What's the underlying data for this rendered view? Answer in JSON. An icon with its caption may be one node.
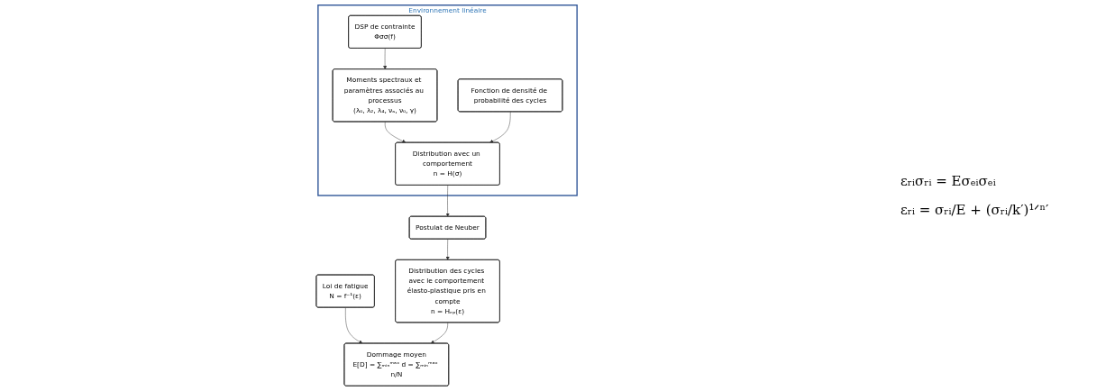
{
  "diagram": {
    "nodes": [
      {
        "text": [
          "Environnement linéaire"
        ]
      },
      {
        "text": [
          "DSP de contrainte",
          "Φσσ(f)"
        ],
        "in": 0
      },
      {
        "text": [
          "Moments spectraux et paramètres associés au processus",
          "(λ₀, λ₂, λ₄, νₐ, ν₀, γ)"
        ],
        "in": 0
      },
      {
        "text": [
          "Fonction de densité de probabilité des cycles"
        ],
        "in": 0
      },
      {
        "text": [
          "Distribution avec un comportement",
          "n = H(σ)"
        ],
        "in": 0
      },
      {
        "text": [
          "Postulat de Neuber"
        ]
      },
      {
        "text": [
          "Loi de fatigue",
          "N = f⁻¹(ε)"
        ]
      },
      {
        "text": [
          "Dommage moyen",
          "E[D] = ∑ₘᵢₙᵐᵃˣ d = ∑ₘᵢₙᵐᵃˣ n/N"
        ]
      },
      {
        "text": [
          "Distribution des cycles avec le comportement élasto-plastique pris en compte",
          "n = Hₑₚ(ε)"
        ]
      }
    ],
    "edges": [
      {
        "from": 1,
        "to": 2,
        "arrow": "to"
      },
      {
        "from": 2,
        "to": 4,
        "arrow": "to"
      },
      {
        "from": 3,
        "to": 4,
        "arrow": "to"
      },
      {
        "from": 4,
        "to": 5,
        "arrow": "to"
      },
      {
        "from": 5,
        "to": 8,
        "arrow": "to"
      },
      {
        "from": 6,
        "to": 7,
        "arrow": "to"
      },
      {
        "from": 8,
        "to": 7,
        "arrow": "to"
      }
    ],
    "labels": [
      "εᵣᵢσᵣᵢ = Eσₑᵢσₑᵢ",
      "εᵣᵢ = σᵣᵢ/E + (σᵣᵢ/k′)¹ᐟⁿ′"
    ]
  }
}
